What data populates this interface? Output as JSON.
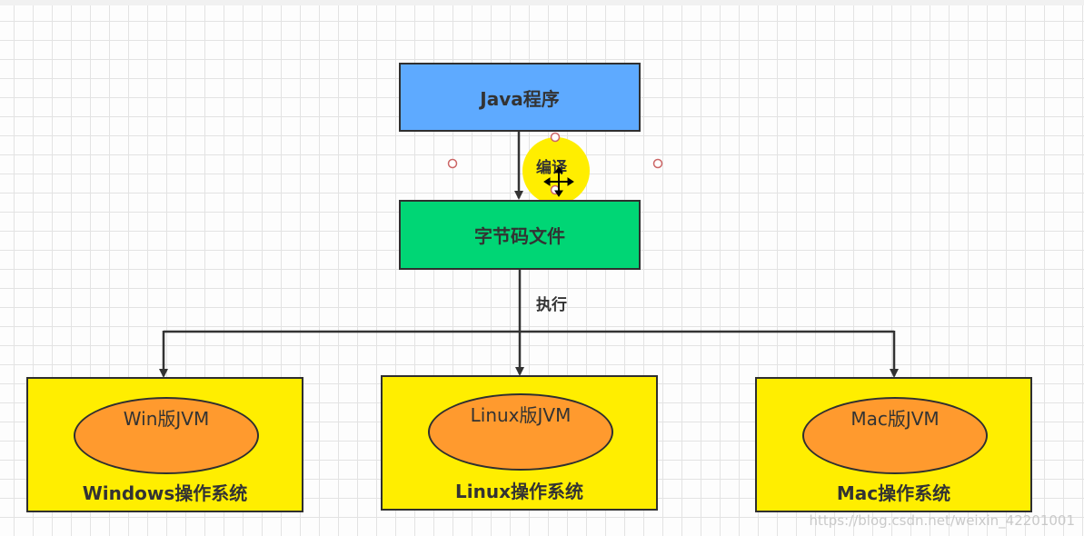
{
  "nodes": {
    "java_program": "Java程序",
    "bytecode": "字节码文件",
    "win_jvm": "Win版JVM",
    "linux_jvm": "Linux版JVM",
    "mac_jvm": "Mac版JVM",
    "windows_os": "Windows操作系统",
    "linux_os": "Linux操作系统",
    "mac_os": "Mac操作系统"
  },
  "edges": {
    "compile": "编译",
    "execute": "执行"
  },
  "watermark": "https://blog.csdn.net/weixin_42201001",
  "colors": {
    "java_box": "#5eaaff",
    "bytecode_box": "#00d675",
    "os_box": "#ffee00",
    "jvm_ellipse": "#ff9a2e",
    "selection_highlight": "#ffee00"
  },
  "icons": {
    "cursor": "move-cursor-icon",
    "handles": "selection-handle-icon"
  }
}
